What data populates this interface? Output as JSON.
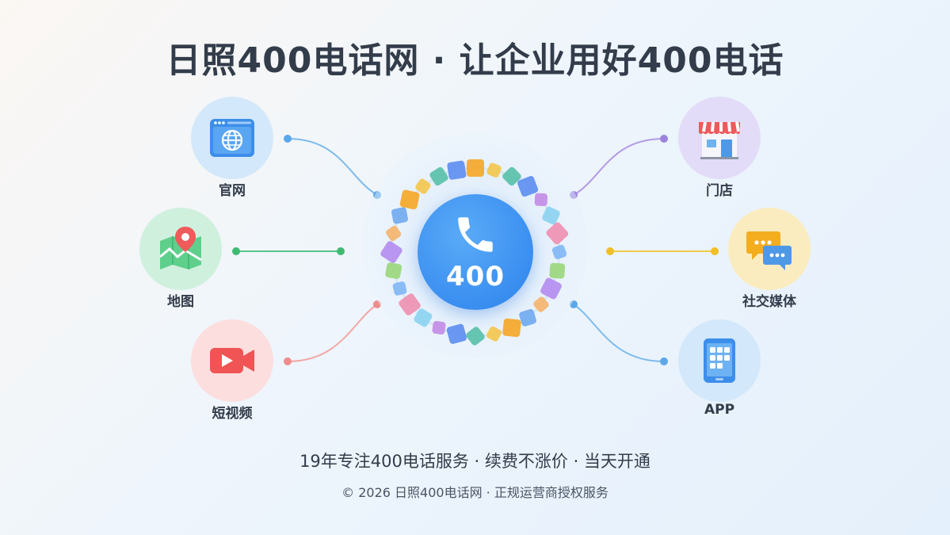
{
  "header": {
    "title": "日照400电话网 · 让企业用好400电话"
  },
  "hub": {
    "number": "400"
  },
  "channels": {
    "left": [
      {
        "label": "官网",
        "icon": "globe-browser-icon"
      },
      {
        "label": "地图",
        "icon": "map-pin-icon"
      },
      {
        "label": "短视频",
        "icon": "video-play-icon"
      }
    ],
    "right": [
      {
        "label": "门店",
        "icon": "storefront-icon"
      },
      {
        "label": "社交媒体",
        "icon": "chat-bubbles-icon"
      },
      {
        "label": "APP",
        "icon": "tablet-app-icon"
      }
    ]
  },
  "footer": {
    "tagline": "19年专注400电话服务 · 续费不涨价 · 当天开通",
    "copyright": "© 2026 日照400电话网 · 正规运营商授权服务"
  },
  "colors": {
    "hub": "#3a8ef0",
    "web": "#6fb4ec",
    "map": "#46c27a",
    "video": "#f29a9a",
    "store": "#a78fe0",
    "social": "#f3c433",
    "app": "#6fb4ec"
  }
}
